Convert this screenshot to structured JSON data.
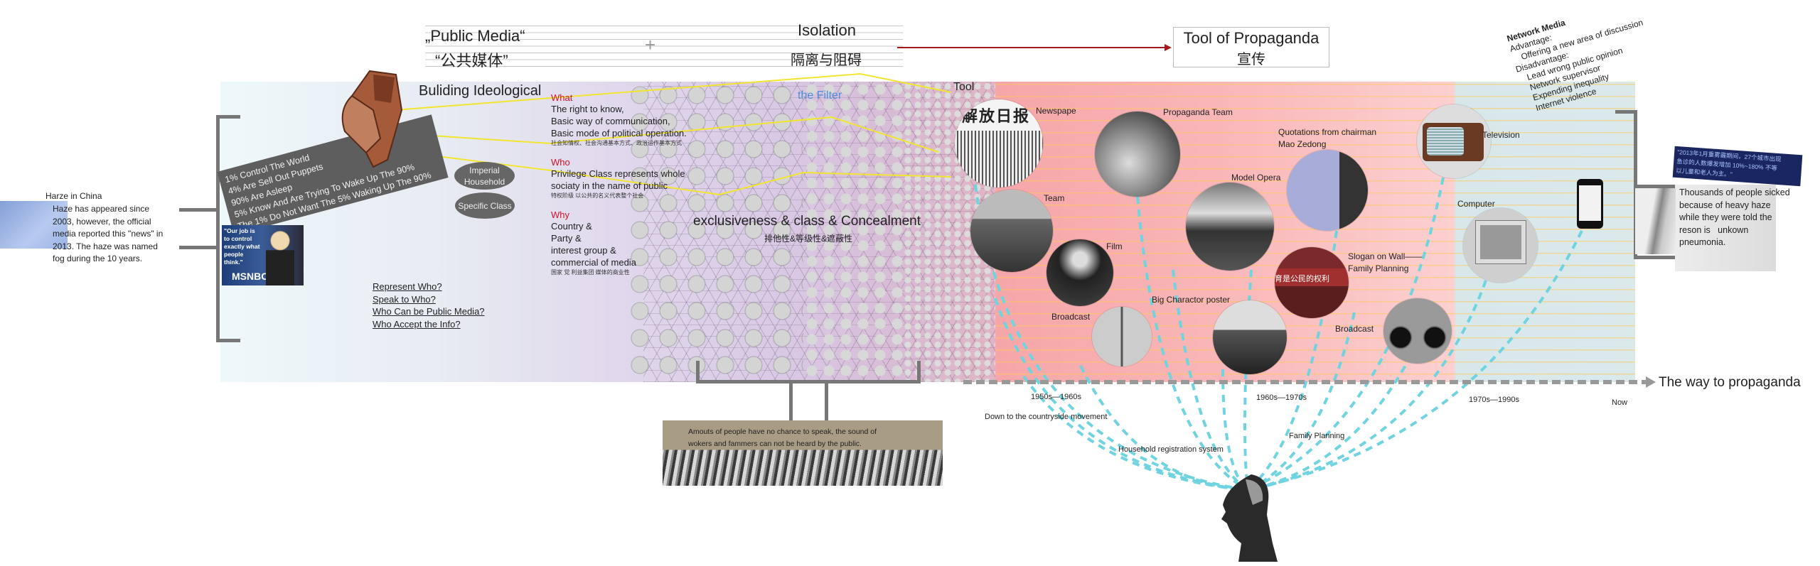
{
  "header": {
    "public_media": "„Public Media“",
    "public_media_cn": "“公共媒体”",
    "plus": "+",
    "isolation": "Isolation",
    "isolation_cn": "隔离与阻碍",
    "tool_title": "Tool of Propaganda",
    "tool_cn": "宣传"
  },
  "left": {
    "haze_title": "Harze in China",
    "haze_text": [
      "Haze has appeared since",
      "2003, however, the official",
      "media reported this \"news\" in",
      "2013. The haze was named",
      "fog during the 10 years."
    ],
    "slogans": [
      "1% Control The World",
      "4% Are Sell Out Puppets",
      "90% Are Asleep",
      "5% Know And Are Trying To Wake Up The 90%",
      "The 1% Do Not Want The 5% Waking Up The 90%"
    ],
    "msnbc_quote": "\"Our job is to control exactly what people think.\"",
    "msnbc_logo": "MSNBC",
    "building": "Buliding Ideological",
    "imperial": "Imperial Household",
    "specific": "Specific Class",
    "questions": [
      "Represent Who?",
      "Speak to Who?",
      "Who Can be Public Media?",
      "Who Accept the Info?"
    ]
  },
  "column": {
    "what": "What",
    "what_lines": [
      "The right to know,",
      "Basic way of communication,",
      "Basic mode of political operation."
    ],
    "what_cn": "社会知情权、社会沟通基本方式、政治运作基本方式",
    "who": "Who",
    "who_lines": [
      "Privilege Class represents whole",
      "sociaty in the name of public"
    ],
    "who_cn": "特权阶级 以公共的名义代表整个社会",
    "why": "Why",
    "why_lines": [
      "Country &",
      "Party &",
      "interest group &",
      "commercial of media"
    ],
    "why_cn": "国家 党 利益集团 媒体的商业性"
  },
  "mesh": {
    "filter": "the Filter",
    "title": "exclusiveness & class & Concealment",
    "title_cn": "排他性&等级性&遮蔽性",
    "tool": "Tool",
    "caption": [
      "Amouts of people have no chance to speak, the sound of",
      "wokers and fammers can not be heard by the public."
    ]
  },
  "media": {
    "newspaper": "Newspape",
    "propaganda_team": "Propaganda Team",
    "team": "Team",
    "film": "Film",
    "broadcast1": "Broadcast",
    "model_opera": "Model Opera",
    "quotations": [
      "Quotations from chairman",
      "Mao Zedong"
    ],
    "slogan": [
      "Slogan on Wall——",
      "Family Planning"
    ],
    "poster": "Big Charactor poster",
    "broadcast2": "Broadcast",
    "television": "Television",
    "computer": "Computer",
    "newspaper_img_text": "解放日报",
    "slogan_img_text": "育是公民的权利"
  },
  "network": {
    "title": "Network Media",
    "lines": [
      "Advantage:",
      "Offering a new area of discussion",
      "Disadvantage:",
      "Lead wrong public opinion",
      "Network supervisor",
      "Expending inequality",
      "Internet violence"
    ]
  },
  "right": {
    "banner": [
      "\"2013年1月重雾霾期间，27个城市出现",
      "急诊的人数爆发增加 10%~180% 不等",
      "以儿童和老人为主。\""
    ],
    "text": [
      "Thousands of people sicked",
      "because of heavy haze",
      "while they were told the",
      "reson is   unkown",
      "pneumonia."
    ]
  },
  "timeline": {
    "label": "The way to propaganda",
    "periods": [
      "1950s—1960s",
      "1960s—1970s",
      "1970s—1990s",
      "Now"
    ],
    "events": [
      "Down to the countryside movement",
      "Household registration system",
      "Family Planning"
    ]
  },
  "colors": {
    "accent_red": "#d0112b",
    "filter_blue": "#4a8fd8",
    "dash_cyan": "#6fd3e0",
    "yellow": "#f2e530",
    "arrow_red": "#a01a1a"
  }
}
